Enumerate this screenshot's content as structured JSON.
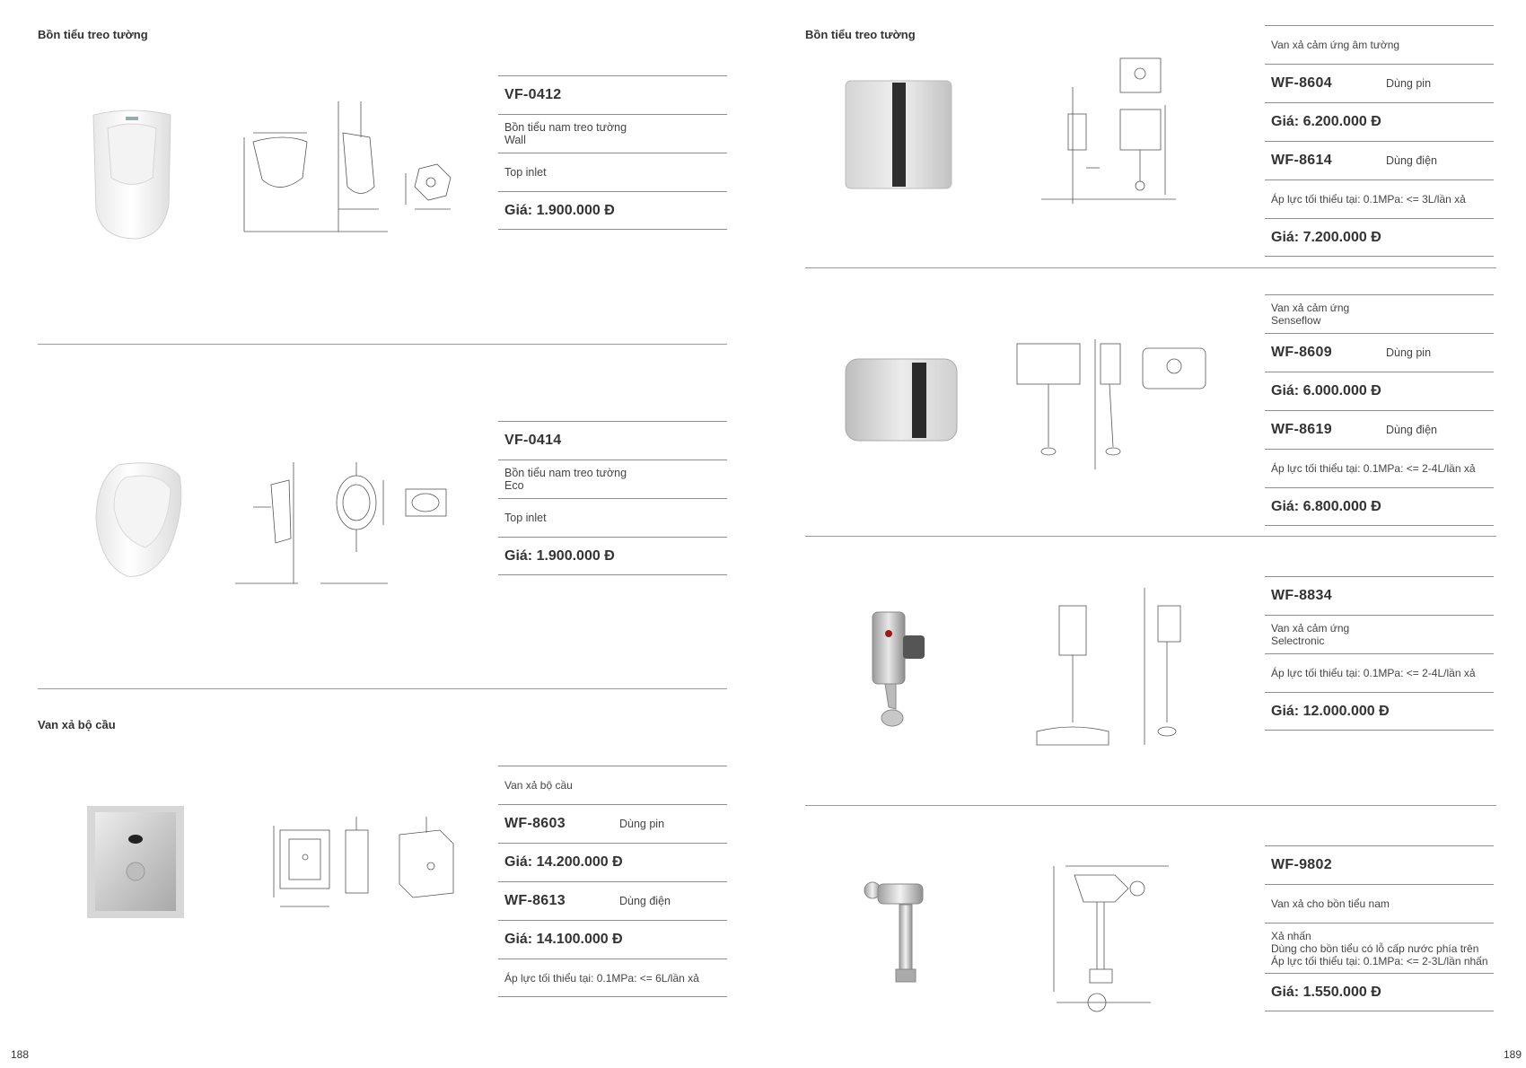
{
  "left": {
    "section_urinal": "Bồn tiểu treo tường",
    "section_valve": "Van xả bộ cầu",
    "vf0412": {
      "code": "VF-0412",
      "desc_line1": "Bồn tiểu nam treo tường",
      "desc_line2": "Wall",
      "inlet": "Top inlet",
      "price": "Giá: 1.900.000 Đ"
    },
    "vf0414": {
      "code": "VF-0414",
      "desc_line1": "Bồn tiểu nam treo tường",
      "desc_line2": "Eco",
      "inlet": "Top inlet",
      "price": "Giá: 1.900.000 Đ"
    },
    "wf8603": {
      "desc": "Van xả bộ cầu",
      "code1": "WF-8603",
      "note1": "Dùng pin",
      "price1": "Giá: 14.200.000 Đ",
      "code2": "WF-8613",
      "note2": "Dùng điện",
      "price2": "Giá: 14.100.000 Đ",
      "pressure": "Áp lực tối thiểu tại: 0.1MPa: <= 6L/lần xả"
    },
    "page_number": "188"
  },
  "right": {
    "section_urinal": "Bồn tiểu treo tường",
    "wf8604": {
      "desc": "Van xả cảm ứng âm tường",
      "code1": "WF-8604",
      "note1": "Dùng pin",
      "price1": "Giá: 6.200.000 Đ",
      "code2": "WF-8614",
      "note2": "Dùng điện",
      "pressure": "Áp lực tối thiểu tại: 0.1MPa: <= 3L/lần xả",
      "price2": "Giá: 7.200.000 Đ"
    },
    "wf8609": {
      "desc_line1": "Van xả cảm ứng",
      "desc_line2": "Senseflow",
      "code1": "WF-8609",
      "note1": "Dùng pin",
      "price1": "Giá: 6.000.000 Đ",
      "code2": "WF-8619",
      "note2": "Dùng điện",
      "pressure": "Áp lực tối thiểu tại: 0.1MPa: <= 2-4L/lần xả",
      "price2": "Giá: 6.800.000 Đ"
    },
    "wf8834": {
      "code": "WF-8834",
      "desc_line1": "Van xả cảm ứng",
      "desc_line2": "Selectronic",
      "pressure": "Áp lực tối thiểu tại: 0.1MPa: <= 2-4L/lần xả",
      "price": "Giá: 12.000.000 Đ"
    },
    "wf9802": {
      "code": "WF-9802",
      "desc": "Van xả cho bồn tiểu nam",
      "detail_line1": "Xả nhấn",
      "detail_line2": "Dùng cho bồn tiểu có lỗ cấp nước phía trên",
      "detail_line3": "Áp lực tối thiểu tại: 0.1MPa: <= 2-3L/lần nhấn",
      "price": "Giá: 1.550.000 Đ"
    },
    "page_number": "189"
  }
}
